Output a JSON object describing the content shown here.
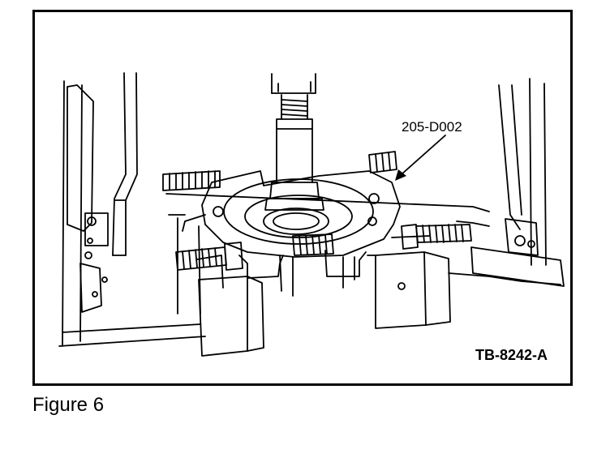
{
  "diagram": {
    "part_number": "205-D002",
    "figure_id": "TB-8242-A"
  },
  "caption": "Figure 6"
}
